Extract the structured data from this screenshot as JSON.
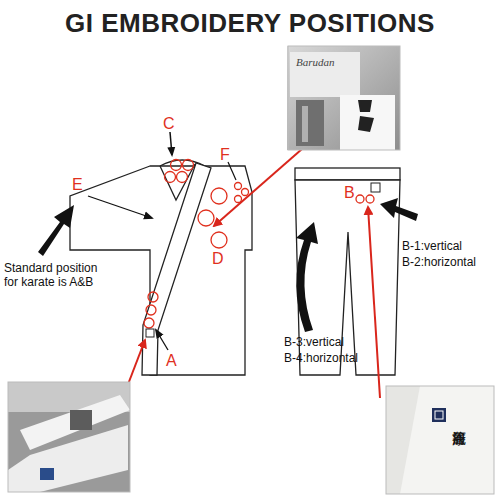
{
  "diagram": {
    "title": "GI EMBROIDERY POSITIONS",
    "labels": [
      "C",
      "E",
      "F",
      "D",
      "A",
      "B",
      "Standard position for karate is A&B",
      "B-1:vertical",
      "B-2:horizontal",
      "B-3:vertical",
      "B-4:horizontal",
      "Barudan",
      "籠谷康河"
    ]
  }
}
